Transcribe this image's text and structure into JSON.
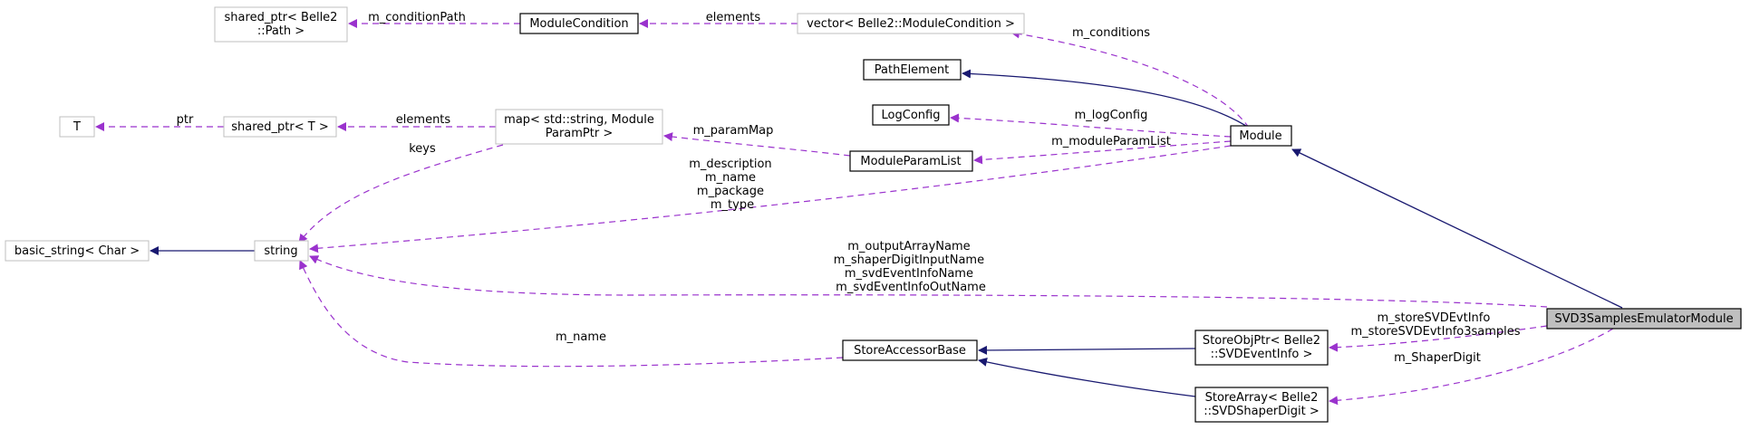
{
  "nodes": {
    "svd3": {
      "lines": [
        "SVD3SamplesEmulatorModule"
      ]
    },
    "module": {
      "lines": [
        "Module"
      ]
    },
    "path_element": {
      "lines": [
        "PathElement"
      ]
    },
    "log_config": {
      "lines": [
        "LogConfig"
      ]
    },
    "module_param_list": {
      "lines": [
        "ModuleParamList"
      ]
    },
    "vector_module_condition": {
      "lines": [
        "vector< Belle2::ModuleCondition >"
      ]
    },
    "module_condition": {
      "lines": [
        "ModuleCondition"
      ]
    },
    "shared_ptr_path": {
      "lines": [
        "shared_ptr< Belle2",
        "::Path >"
      ]
    },
    "map_param": {
      "lines": [
        "map< std::string, Module",
        "ParamPtr >"
      ]
    },
    "shared_ptr_t": {
      "lines": [
        "shared_ptr< T >"
      ]
    },
    "t": {
      "lines": [
        "T"
      ]
    },
    "string": {
      "lines": [
        "string"
      ]
    },
    "basic_string": {
      "lines": [
        "basic_string< Char >"
      ]
    },
    "store_accessor_base": {
      "lines": [
        "StoreAccessorBase"
      ]
    },
    "store_obj_ptr": {
      "lines": [
        "StoreObjPtr< Belle2",
        "::SVDEventInfo >"
      ]
    },
    "store_array": {
      "lines": [
        "StoreArray< Belle2",
        "::SVDShaperDigit >"
      ]
    }
  },
  "edges": {
    "m_conditionPath": [
      "m_conditionPath"
    ],
    "elements_condition": [
      "elements"
    ],
    "m_conditions": [
      "m_conditions"
    ],
    "m_logConfig": [
      "m_logConfig"
    ],
    "m_moduleParamList": [
      "m_moduleParamList"
    ],
    "m_paramMap": [
      "m_paramMap"
    ],
    "elements_map": [
      "elements"
    ],
    "ptr": [
      "ptr"
    ],
    "keys": [
      "keys"
    ],
    "module_strings": [
      "m_description",
      "m_name",
      "m_package",
      "m_type"
    ],
    "svd_strings": [
      "m_outputArrayName",
      "m_shaperDigitInputName",
      "m_svdEventInfoName",
      "m_svdEventInfoOutName"
    ],
    "m_name_store": [
      "m_name"
    ],
    "evtinfo": [
      "m_storeSVDEvtInfo",
      "m_storeSVDEvtInfo3samples"
    ],
    "shaperdigit": [
      "m_ShaperDigit"
    ]
  },
  "colors": {
    "inheritance": "#191970",
    "usage": "#9a32cd",
    "focus_fill": "#bfbfbf",
    "gray_border": "#bfbfbf"
  }
}
